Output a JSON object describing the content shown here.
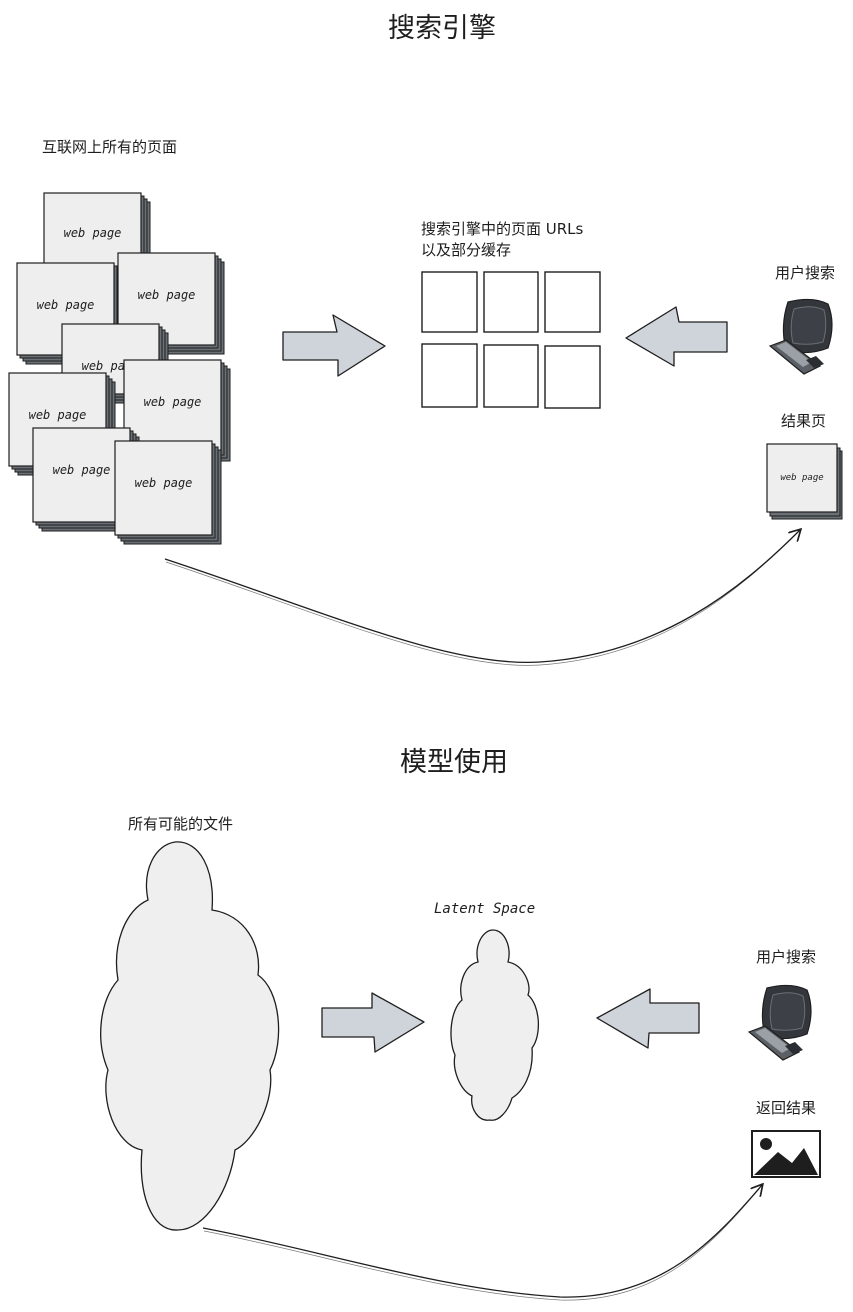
{
  "search": {
    "title": "搜索引擎",
    "all_pages_label": "互联网上所有的页面",
    "index_label_line1": "搜索引擎中的页面 URLs",
    "index_label_line2": "以及部分缓存",
    "user_search_label": "用户搜索",
    "result_label": "结果页",
    "webpage_text": "web page"
  },
  "model": {
    "title": "模型使用",
    "all_files_label": "所有可能的文件",
    "latent_label": "Latent Space",
    "user_search_label": "用户搜索",
    "return_label": "返回结果"
  },
  "colors": {
    "stroke": "#1e1e1e",
    "page_fill": "#eeeeee",
    "stack_shadow": "#6b7076",
    "arrow_fill": "#cfd4da",
    "cloud_fill": "#efefef",
    "monitor_dark": "#33373c"
  },
  "icons": [
    "computer-icon",
    "image-icon"
  ]
}
